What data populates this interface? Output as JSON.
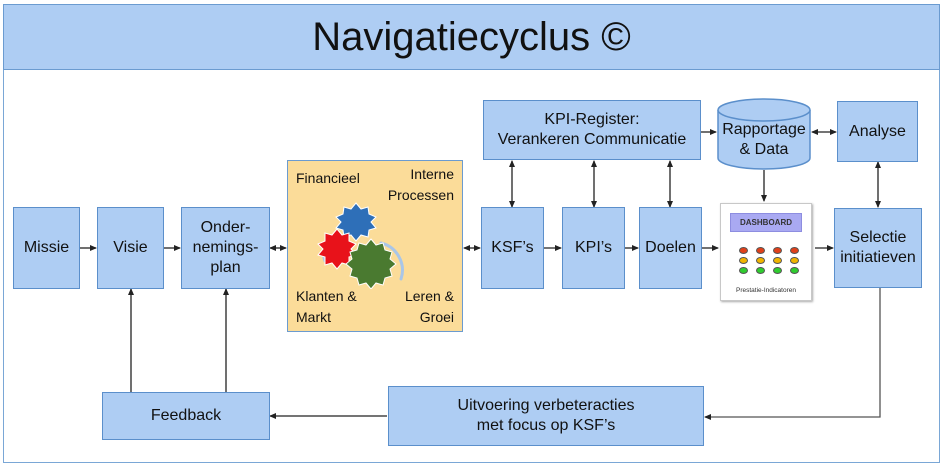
{
  "title": "Navigatiecyclus ©",
  "boxes": {
    "missie": "Missie",
    "visie": "Visie",
    "ondernemingsplan_l1": "Onder-",
    "ondernemingsplan_l2": "nemings-",
    "ondernemingsplan_l3": "plan",
    "ksf": "KSF’s",
    "kpi": "KPI’s",
    "doelen": "Doelen",
    "kpi_register_l1": "KPI-Register:",
    "kpi_register_l2": "Verankeren Communicatie",
    "rapportage_l1": "Rapportage",
    "rapportage_l2": "& Data",
    "analyse": "Analyse",
    "selectie_l1": "Selectie",
    "selectie_l2": "initiatieven",
    "feedback": "Feedback",
    "uitvoering_l1": "Uitvoering verbeteracties",
    "uitvoering_l2": "met focus op KSF’s"
  },
  "balanced_scorecard": {
    "financieel": "Financieel",
    "interne_l1": "Interne",
    "interne_l2": "Processen",
    "klanten_l1": "Klanten &",
    "klanten_l2": "Markt",
    "leren_l1": "Leren &",
    "leren_l2": "Groei",
    "gear_colors": {
      "red": "#e8121a",
      "blue": "#2e6fb8",
      "green": "#4a7a30"
    }
  },
  "dashboard": {
    "header": "DASHBOARD",
    "caption": "Prestatie-Indicatoren",
    "light_colors": [
      "#e0401a",
      "#f0b400",
      "#2fcc2f"
    ]
  }
}
